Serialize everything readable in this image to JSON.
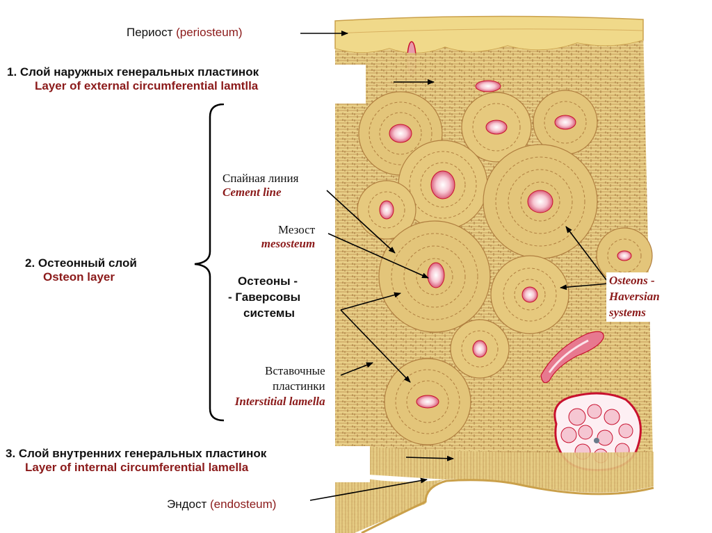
{
  "labels": {
    "periosteum_ru": "Периост",
    "periosteum_en": "(periosteum)",
    "layer1_ru": "1.  Слой наружных генеральных пластинок",
    "layer1_en": "Layer of external circumferential lamtlla",
    "layer2_ru": "2. Остеонный слой",
    "layer2_en": "Osteon layer",
    "cement_ru": "Спайная линия",
    "cement_en": "Cement line",
    "mesost_ru": "Мезост",
    "mesost_en": "mesosteum",
    "osteons_ru_1": "Остеоны -",
    "osteons_ru_2": "- Гаверсовы",
    "osteons_ru_3": "системы",
    "osteons_en_1": "Osteons -",
    "osteons_en_2": "Haversian",
    "osteons_en_3": "systems",
    "interstitial_ru_1": "Вставочные",
    "interstitial_ru_2": "пластинки",
    "interstitial_en": "Interstitial lamella",
    "layer3_ru": "3. Слой внутренних генеральных пластинок",
    "layer3_en": "Layer of internal circumferential lamella",
    "endosteum_ru": "Эндост",
    "endosteum_en": "(endosteum)"
  },
  "colors": {
    "bone_base": "#e8cf88",
    "lamella": "#b88a48",
    "lacuna": "#8a5a2a",
    "canal_pink": "#e88aa0",
    "canal_light": "#fbe3ea",
    "canal_core": "#f3b6c6",
    "marrow_fill": "#f5c6d2",
    "vessel": "#c8102e",
    "label_red": "#8b1a1a",
    "label_dark": "#111111"
  },
  "icons": [
    "arrow-icon",
    "curly-brace-icon"
  ]
}
